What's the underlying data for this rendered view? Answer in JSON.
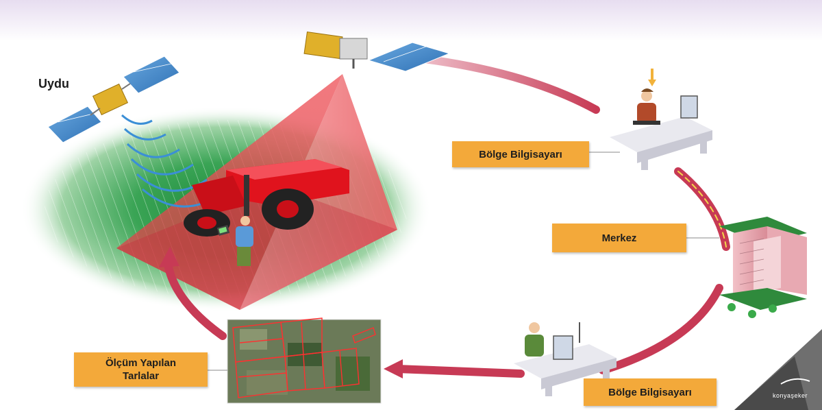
{
  "labels": {
    "satellite": "Uydu",
    "regional_computer_top": "Bölge Bilgisayarı",
    "center": "Merkez",
    "regional_computer_bottom": "Bölge Bilgisayarı",
    "measured_fields_line1": "Ölçüm Yapılan",
    "measured_fields_line2": "Tarlalar"
  },
  "logo": {
    "text": "konyaşeker"
  },
  "colors": {
    "label_fill": "#f3a93a",
    "flow_arrow": "#c73a55",
    "field_green": "#2f9a45",
    "tractor_red": "#e0131d",
    "beam_red": "#ec4a4f",
    "satellite_panel": "#3d87c9",
    "satellite_body": "#e0b02a"
  }
}
